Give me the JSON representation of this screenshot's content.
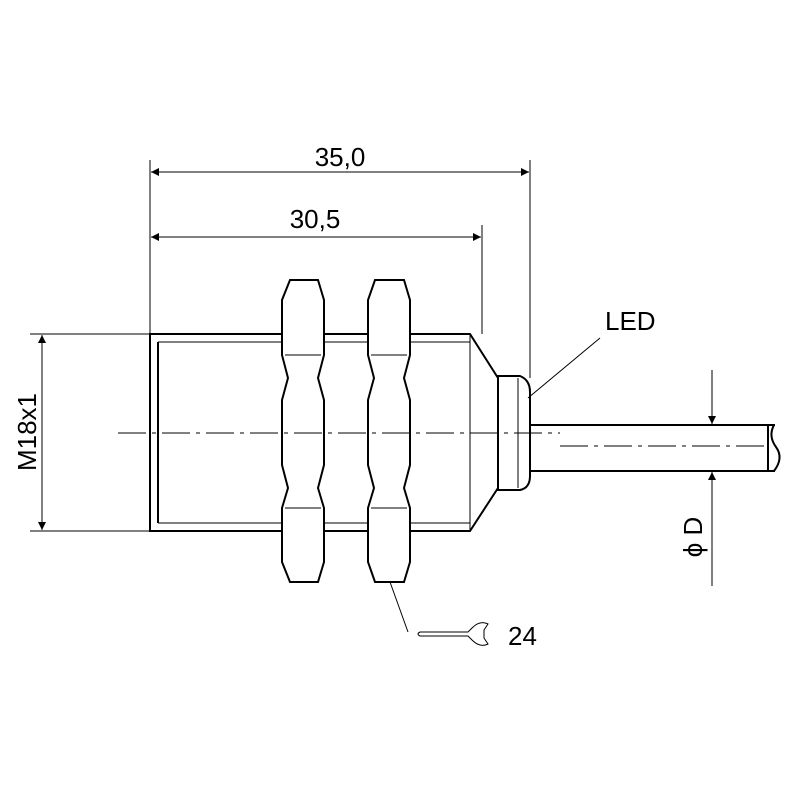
{
  "dimensions": {
    "overall_length": "35,0",
    "thread_length": "30,5",
    "thread_size": "M18x1",
    "cable_diameter": "ϕ D",
    "wrench_size": "24"
  },
  "callouts": {
    "led": "LED"
  },
  "icons": {
    "wrench": "wrench-icon"
  }
}
